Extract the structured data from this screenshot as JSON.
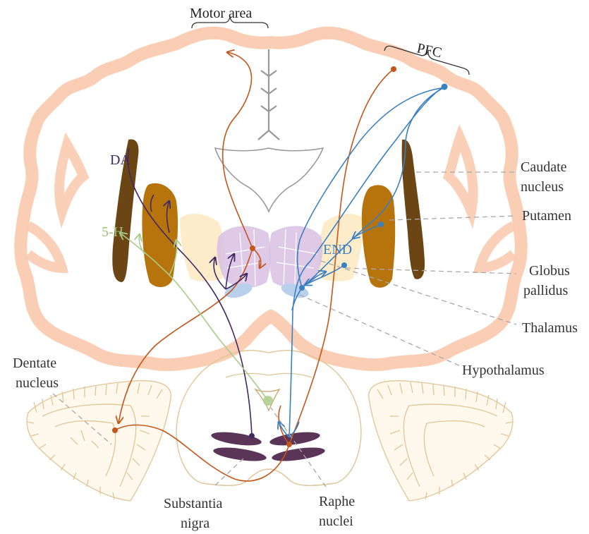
{
  "labels": {
    "motor_area": "Motor area",
    "pfc": "PFC",
    "caudate_line1": "Caudate",
    "caudate_line2": "nucleus",
    "putamen": "Putamen",
    "globus_line1": "Globus",
    "globus_line2": "pallidus",
    "thalamus": "Thalamus",
    "hypothalamus": "Hypothalamus",
    "dentate_line1": "Dentate",
    "dentate_line2": "nucleus",
    "substantia_line1": "Substantia",
    "substantia_line2": "nigra",
    "raphe_line1": "Raphe",
    "raphe_line2": "nuclei",
    "da": "DA",
    "five_h": "5-H",
    "end": "END"
  },
  "colors": {
    "cortex": "#f9c9ac",
    "caudate": "#6b4513",
    "putamen": "#b8740c",
    "globus_pallidus": "#b9d0ec",
    "thalamus": "#d8bfe2",
    "yellow_region": "#fbe6b8",
    "substantia_nigra": "#5a3558",
    "da_pathway": "#3f2a63",
    "serotonin_pathway": "#a9cc8a",
    "endorphin_pathway": "#3a7fc0",
    "motor_pathway": "#c4561c",
    "cerebellum": "#e0c596",
    "ventricle": "#999999"
  }
}
